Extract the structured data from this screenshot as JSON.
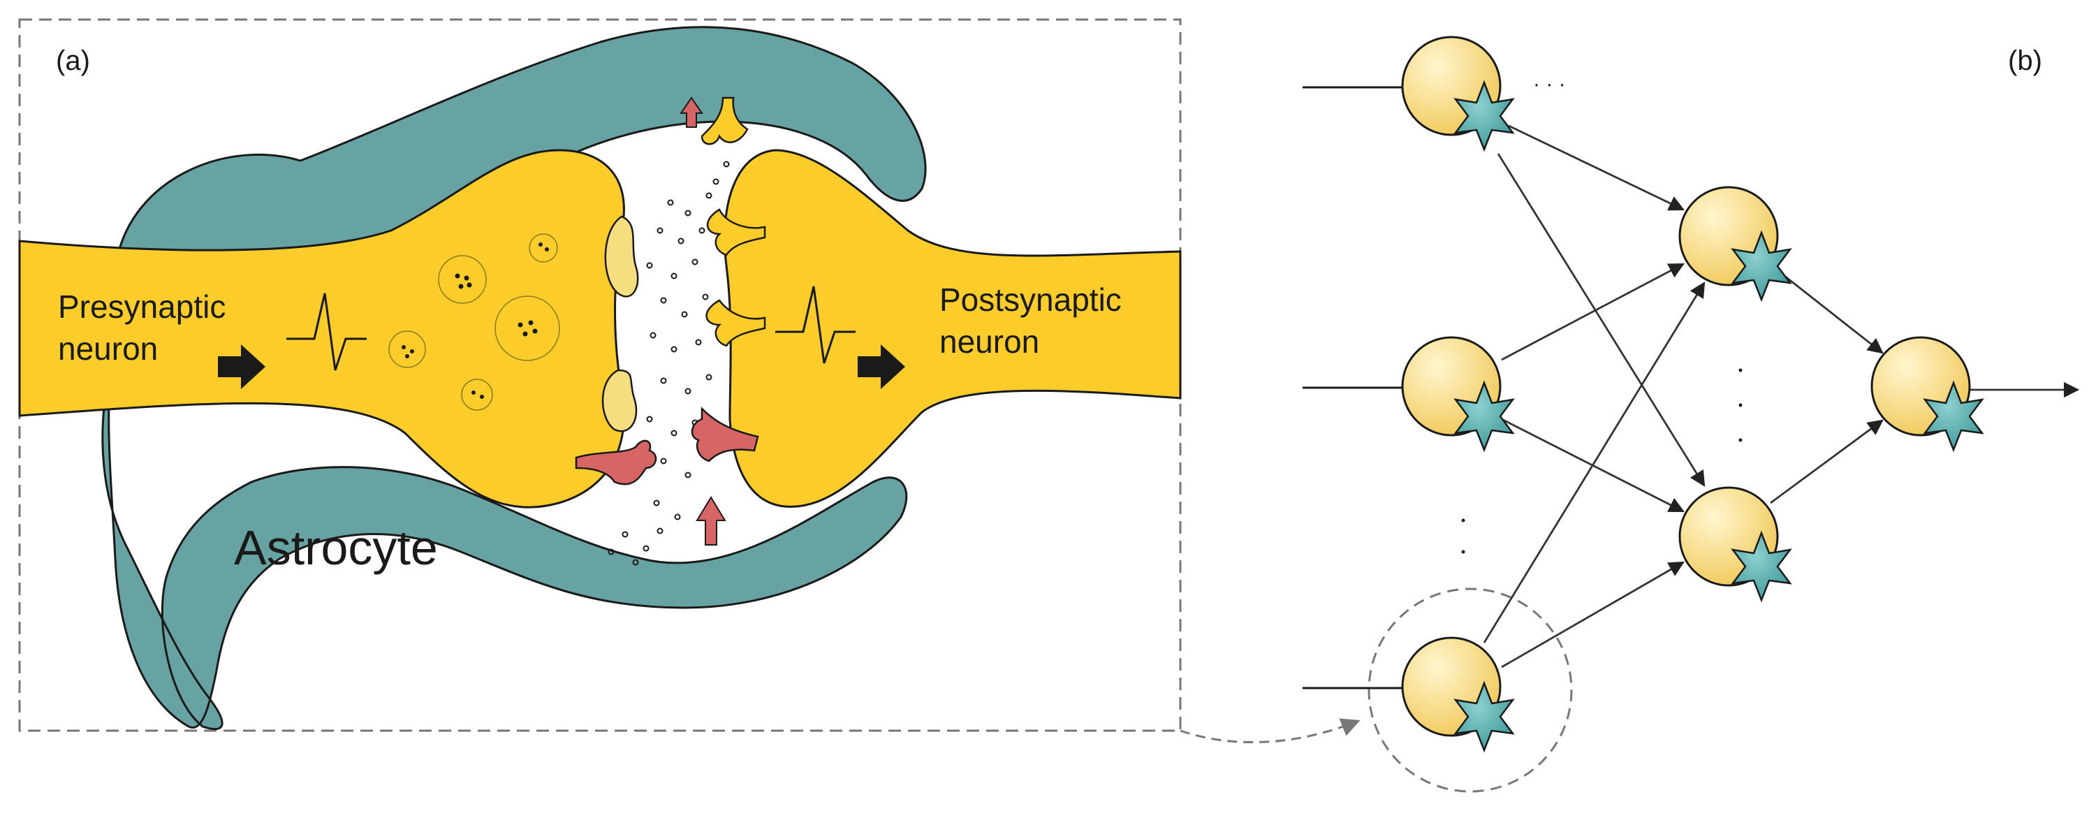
{
  "panel_a": {
    "label": "(a)",
    "presynaptic_label": [
      "Presynaptic",
      "neuron"
    ],
    "postsynaptic_label": [
      "Postsynaptic",
      "neuron"
    ],
    "astrocyte_label": "Astrocyte"
  },
  "panel_b": {
    "label": "(b)",
    "ellipsis_top": "· · ·"
  },
  "colors": {
    "neuron_yellow": "#fbcc2a",
    "astrocyte_teal": "#68a3a3",
    "receptor_red": "#d86565",
    "node_fill": "#f6d67a",
    "star_teal": "#5fb3b3",
    "outline": "#1a1a1a",
    "dashed_gray": "#777777"
  },
  "icons": [
    "arrow-right-icon",
    "arrow-up-icon",
    "action-potential-icon",
    "star-icon"
  ]
}
